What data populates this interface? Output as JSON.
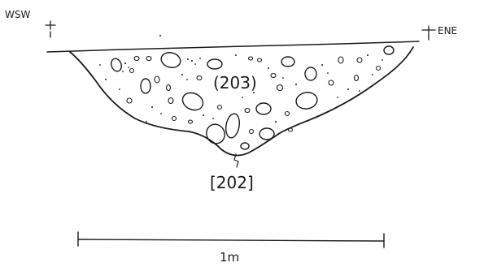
{
  "orientation": {
    "left": "WSW",
    "right": "ENE"
  },
  "labels": {
    "fill_context": "(203)",
    "cut_context": "[202]"
  },
  "scale": {
    "label": "1m"
  },
  "colors": {
    "ink": "#1a1a1a",
    "paper": "#ffffff"
  }
}
